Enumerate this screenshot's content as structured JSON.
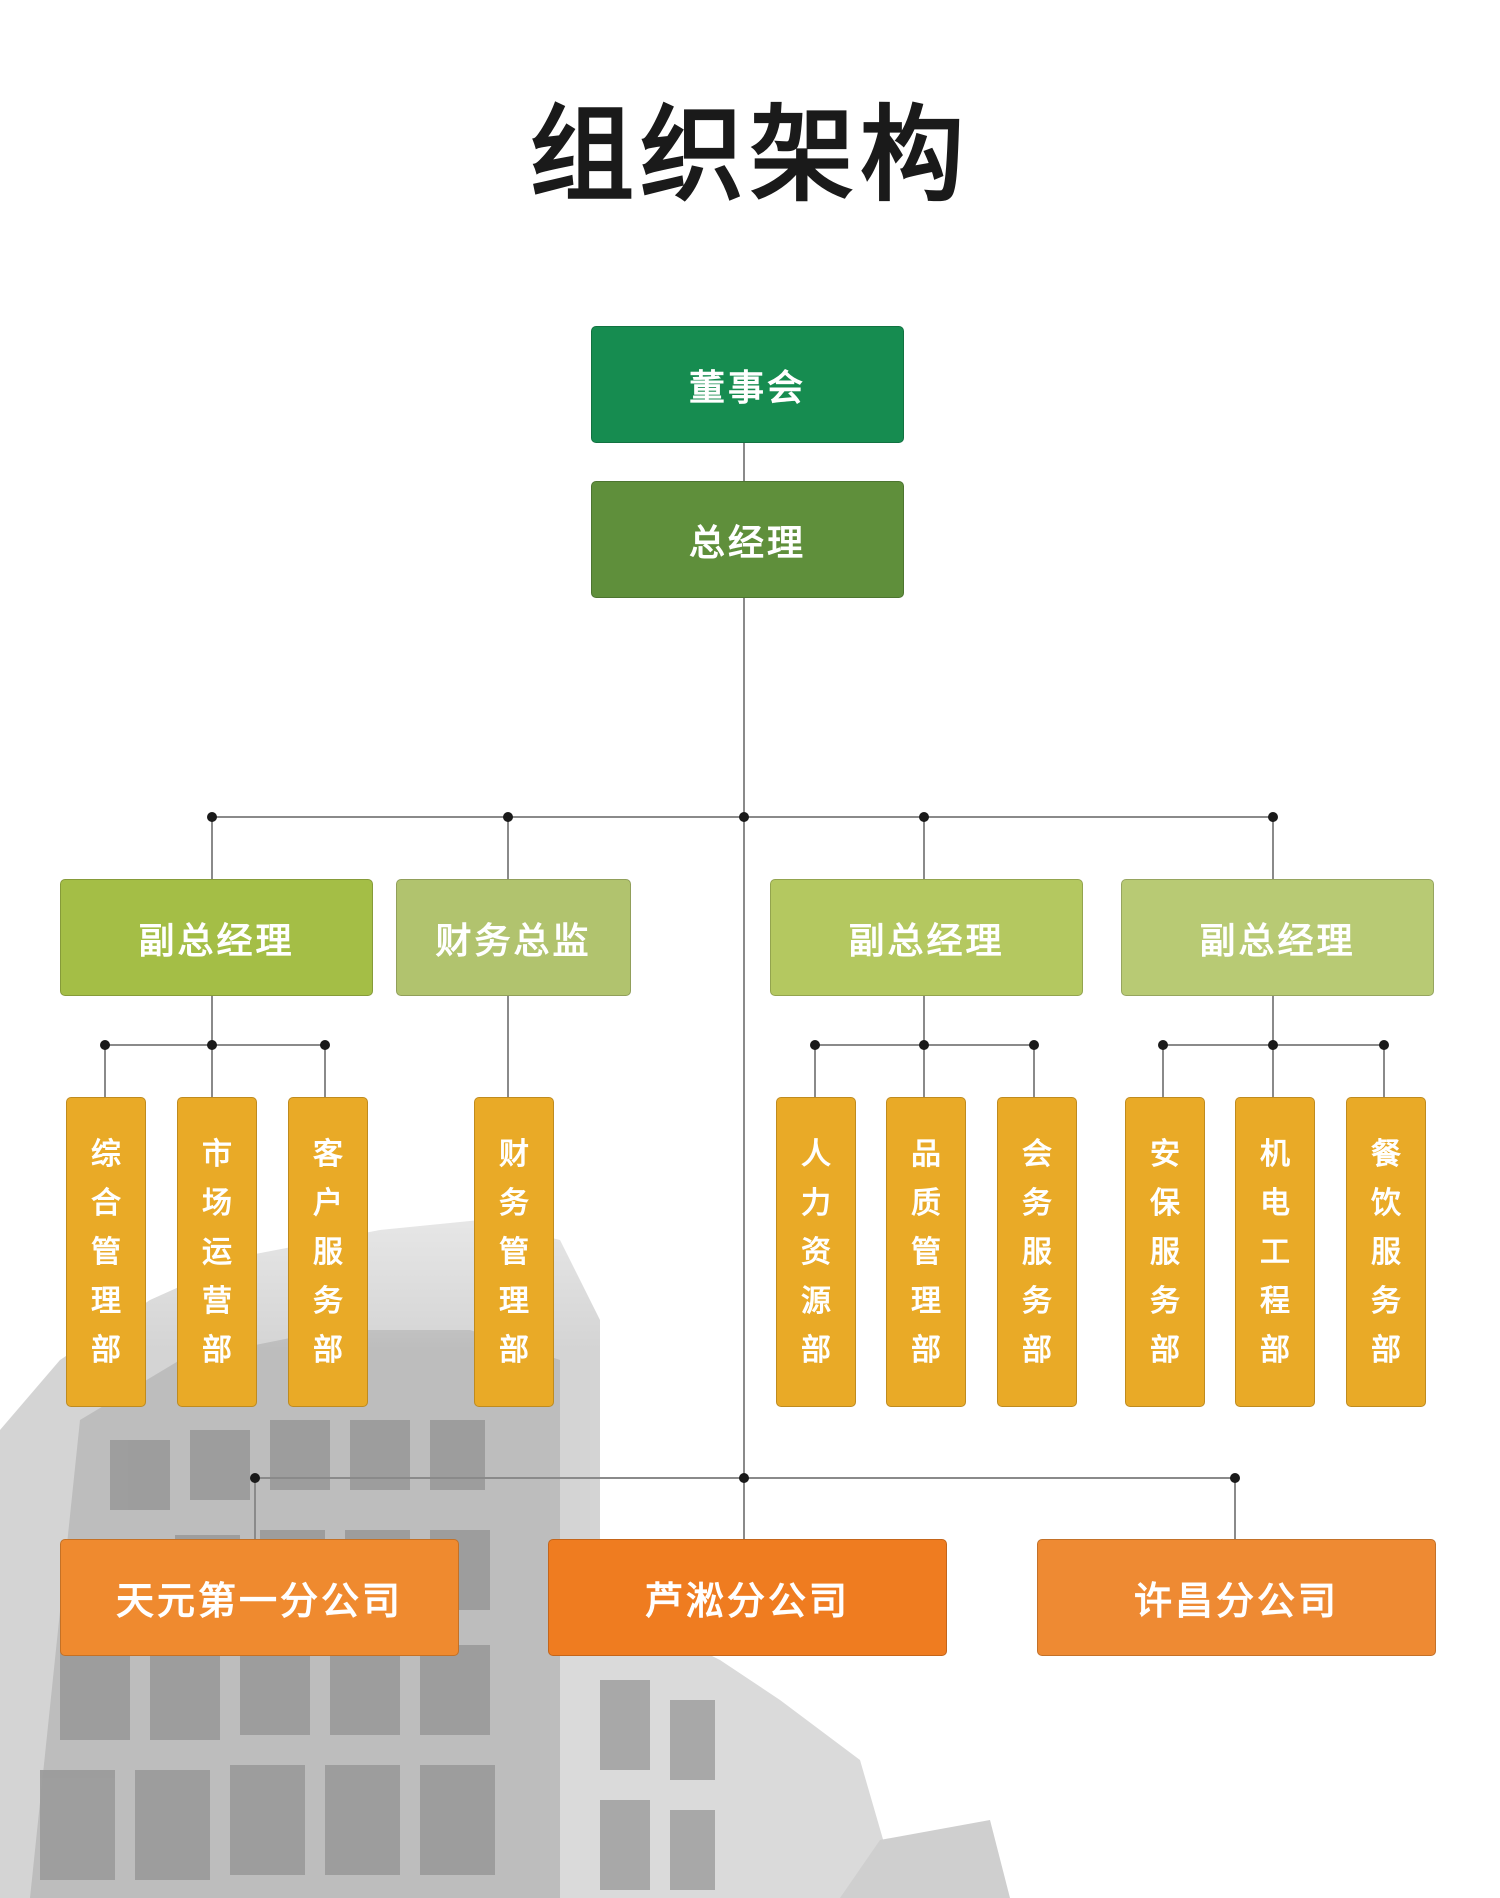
{
  "title": "组织架构",
  "colors": {
    "board": "#168C50",
    "gm": "#5F8F3B",
    "vp_level": [
      "#A4BE46",
      "#B1C36E",
      "#B4C860",
      "#B8CA74"
    ],
    "department": "#E9AA27",
    "branch": [
      "#EF8A2F",
      "#EF7C20",
      "#EE8A33"
    ],
    "line": "#8a8a8a",
    "dot": "#1a1a1a"
  },
  "nodes": {
    "board": "董事会",
    "gm": "总经理",
    "vp1": "副总经理",
    "cfo": "财务总监",
    "vp2": "副总经理",
    "vp3": "副总经理",
    "depts": [
      "综合管理部",
      "市场运营部",
      "客户服务部",
      "财务管理部",
      "人力资源部",
      "品质管理部",
      "会务服务部",
      "安保服务部",
      "机电工程部",
      "餐饮服务部"
    ],
    "branches": [
      "天元第一分公司",
      "芦淞分公司",
      "许昌分公司"
    ]
  }
}
